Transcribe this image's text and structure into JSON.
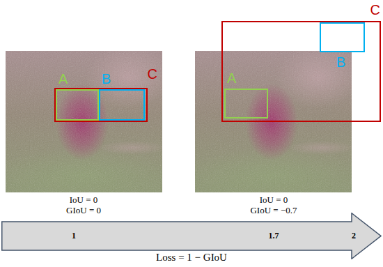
{
  "diagram": {
    "nodes": [
      {
        "text": [
          "C"
        ]
      },
      {
        "text": [
          "A"
        ],
        "in": 0
      },
      {
        "text": [
          "B"
        ],
        "in": 0
      },
      {
        "text": [
          "C"
        ]
      },
      {
        "text": [
          "A"
        ],
        "in": 3
      },
      {
        "text": [
          "B"
        ],
        "in": 3
      },
      {
        "text": [
          "1",
          "1.7",
          "2"
        ]
      }
    ],
    "labels": [
      "IoU = 0",
      "GIoU = 0",
      "IoU = 0",
      "GIoU = −0.7",
      "Loss = 1 − GIoU"
    ]
  }
}
